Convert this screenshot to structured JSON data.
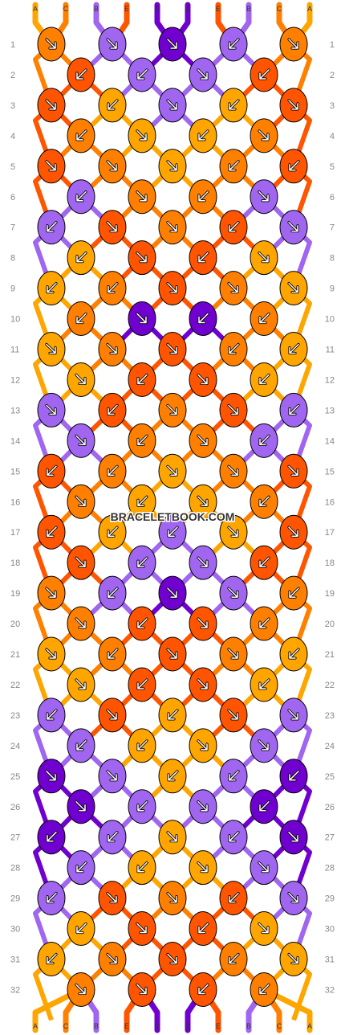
{
  "watermark": "BRACELETBOOK.COM",
  "colors": {
    "A": "#ffa500",
    "B": "#a066f0",
    "C": "#ff8000",
    "D": "#7000d0",
    "E": "#ff5500"
  },
  "top_strands": [
    "A",
    "C",
    "B",
    "E",
    "D",
    "D",
    "E",
    "B",
    "C",
    "A"
  ],
  "bottom_strands": [
    "A",
    "C",
    "B",
    "E",
    "D",
    "D",
    "E",
    "B",
    "C",
    "A"
  ],
  "row_numbers": [
    "1",
    "2",
    "3",
    "4",
    "5",
    "6",
    "7",
    "8",
    "9",
    "10",
    "11",
    "12",
    "13",
    "14",
    "15",
    "16",
    "17",
    "18",
    "19",
    "20",
    "21",
    "22",
    "23",
    "24",
    "25",
    "26",
    "27",
    "28",
    "29",
    "30",
    "31",
    "32"
  ],
  "knots": [
    [
      [
        "C",
        "dr"
      ],
      [
        "B",
        "dr"
      ],
      [
        "D",
        "dr"
      ],
      [
        "B",
        "dl"
      ],
      [
        "C",
        "dr"
      ]
    ],
    [
      [
        "E",
        "dl"
      ],
      [
        "B",
        "dl"
      ],
      [
        "B",
        "dr"
      ],
      [
        "E",
        "dl"
      ]
    ],
    [
      [
        "E",
        "dr"
      ],
      [
        "A",
        "dl"
      ],
      [
        "B",
        "dr"
      ],
      [
        "A",
        "dl"
      ],
      [
        "E",
        "dr"
      ]
    ],
    [
      [
        "C",
        "dl"
      ],
      [
        "A",
        "dr"
      ],
      [
        "A",
        "dl"
      ],
      [
        "C",
        "dr"
      ]
    ],
    [
      [
        "E",
        "dr"
      ],
      [
        "C",
        "dr"
      ],
      [
        "A",
        "dr"
      ],
      [
        "C",
        "dl"
      ],
      [
        "E",
        "dl"
      ]
    ],
    [
      [
        "B",
        "dl"
      ],
      [
        "C",
        "dr"
      ],
      [
        "C",
        "dl"
      ],
      [
        "B",
        "dr"
      ]
    ],
    [
      [
        "B",
        "dl"
      ],
      [
        "E",
        "dr"
      ],
      [
        "C",
        "dr"
      ],
      [
        "E",
        "dl"
      ],
      [
        "B",
        "dr"
      ]
    ],
    [
      [
        "A",
        "dl"
      ],
      [
        "E",
        "dr"
      ],
      [
        "E",
        "dl"
      ],
      [
        "A",
        "dr"
      ]
    ],
    [
      [
        "A",
        "dl"
      ],
      [
        "C",
        "dl"
      ],
      [
        "E",
        "dr"
      ],
      [
        "C",
        "dr"
      ],
      [
        "A",
        "dr"
      ]
    ],
    [
      [
        "C",
        "dl"
      ],
      [
        "D",
        "dr"
      ],
      [
        "D",
        "dl"
      ],
      [
        "C",
        "dl"
      ]
    ],
    [
      [
        "A",
        "dr"
      ],
      [
        "C",
        "dr"
      ],
      [
        "E",
        "dr"
      ],
      [
        "C",
        "dl"
      ],
      [
        "A",
        "dl"
      ]
    ],
    [
      [
        "A",
        "dr"
      ],
      [
        "E",
        "dl"
      ],
      [
        "E",
        "dr"
      ],
      [
        "A",
        "dl"
      ]
    ],
    [
      [
        "B",
        "dr"
      ],
      [
        "E",
        "dl"
      ],
      [
        "C",
        "dr"
      ],
      [
        "E",
        "dr"
      ],
      [
        "B",
        "dl"
      ]
    ],
    [
      [
        "B",
        "dr"
      ],
      [
        "C",
        "dl"
      ],
      [
        "C",
        "dr"
      ],
      [
        "B",
        "dl"
      ]
    ],
    [
      [
        "E",
        "dl"
      ],
      [
        "C",
        "dl"
      ],
      [
        "A",
        "dr"
      ],
      [
        "C",
        "dr"
      ],
      [
        "E",
        "dr"
      ]
    ],
    [
      [
        "C",
        "dr"
      ],
      [
        "A",
        "dl"
      ],
      [
        "A",
        "dr"
      ],
      [
        "C",
        "dl"
      ]
    ],
    [
      [
        "E",
        "dl"
      ],
      [
        "A",
        "dl"
      ],
      [
        "B",
        "dl"
      ],
      [
        "A",
        "dr"
      ],
      [
        "E",
        "dr"
      ]
    ],
    [
      [
        "E",
        "dr"
      ],
      [
        "B",
        "dl"
      ],
      [
        "B",
        "dr"
      ],
      [
        "E",
        "dl"
      ]
    ],
    [
      [
        "C",
        "dr"
      ],
      [
        "B",
        "dl"
      ],
      [
        "D",
        "dr"
      ],
      [
        "B",
        "dr"
      ],
      [
        "C",
        "dl"
      ]
    ],
    [
      [
        "C",
        "dr"
      ],
      [
        "E",
        "dl"
      ],
      [
        "E",
        "dr"
      ],
      [
        "C",
        "dl"
      ]
    ],
    [
      [
        "A",
        "dr"
      ],
      [
        "C",
        "dl"
      ],
      [
        "E",
        "dr"
      ],
      [
        "C",
        "dr"
      ],
      [
        "A",
        "dl"
      ]
    ],
    [
      [
        "A",
        "dr"
      ],
      [
        "E",
        "dl"
      ],
      [
        "E",
        "dr"
      ],
      [
        "A",
        "dl"
      ]
    ],
    [
      [
        "B",
        "dl"
      ],
      [
        "E",
        "dr"
      ],
      [
        "A",
        "dl"
      ],
      [
        "E",
        "dr"
      ],
      [
        "B",
        "dr"
      ]
    ],
    [
      [
        "B",
        "dl"
      ],
      [
        "A",
        "dl"
      ],
      [
        "A",
        "dr"
      ],
      [
        "B",
        "dr"
      ]
    ],
    [
      [
        "D",
        "dr"
      ],
      [
        "B",
        "dr"
      ],
      [
        "A",
        "dl"
      ],
      [
        "B",
        "dl"
      ],
      [
        "D",
        "dl"
      ]
    ],
    [
      [
        "D",
        "dr"
      ],
      [
        "B",
        "dl"
      ],
      [
        "B",
        "dr"
      ],
      [
        "D",
        "dl"
      ]
    ],
    [
      [
        "D",
        "dl"
      ],
      [
        "B",
        "dl"
      ],
      [
        "A",
        "dr"
      ],
      [
        "B",
        "dl"
      ],
      [
        "D",
        "dr"
      ]
    ],
    [
      [
        "B",
        "dl"
      ],
      [
        "A",
        "dl"
      ],
      [
        "A",
        "dr"
      ],
      [
        "B",
        "dr"
      ]
    ],
    [
      [
        "B",
        "dl"
      ],
      [
        "E",
        "dr"
      ],
      [
        "C",
        "dr"
      ],
      [
        "E",
        "dl"
      ],
      [
        "B",
        "dr"
      ]
    ],
    [
      [
        "A",
        "dl"
      ],
      [
        "E",
        "dr"
      ],
      [
        "E",
        "dl"
      ],
      [
        "A",
        "dr"
      ]
    ],
    [
      [
        "A",
        "dl"
      ],
      [
        "C",
        "dr"
      ],
      [
        "E",
        "dr"
      ],
      [
        "C",
        "dl"
      ],
      [
        "A",
        "dr"
      ]
    ],
    [
      [
        "C",
        "dr"
      ],
      [
        "E",
        "dr"
      ],
      [
        "E",
        "dl"
      ],
      [
        "C",
        "dl"
      ]
    ]
  ]
}
